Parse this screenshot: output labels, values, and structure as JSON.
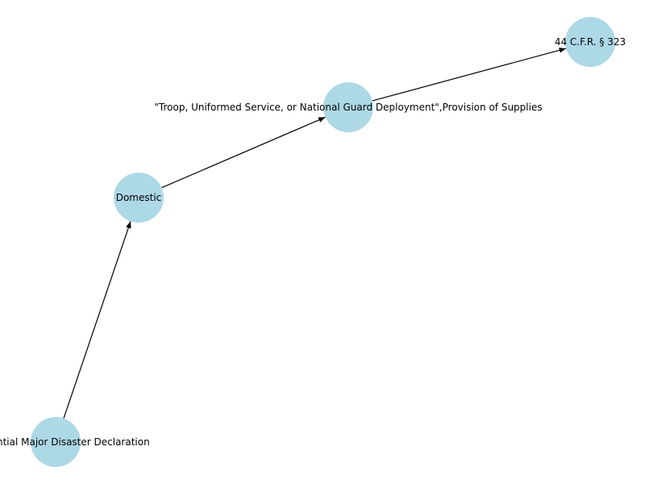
{
  "graph": {
    "node_color": "#add8e6",
    "edge_color": "#000000",
    "label_color": "#000000",
    "nodes": [
      {
        "id": "declaration",
        "label": "Presidential Major Disaster Declaration"
      },
      {
        "id": "domestic",
        "label": "Domestic"
      },
      {
        "id": "deployment",
        "label": "\"Troop, Uniformed Service, or National Guard Deployment\",Provision of Supplies"
      },
      {
        "id": "cfr",
        "label": "44 C.F.R. § 323"
      }
    ],
    "edges": [
      {
        "from": "declaration",
        "to": "domestic"
      },
      {
        "from": "domestic",
        "to": "deployment"
      },
      {
        "from": "deployment",
        "to": "cfr"
      }
    ]
  }
}
